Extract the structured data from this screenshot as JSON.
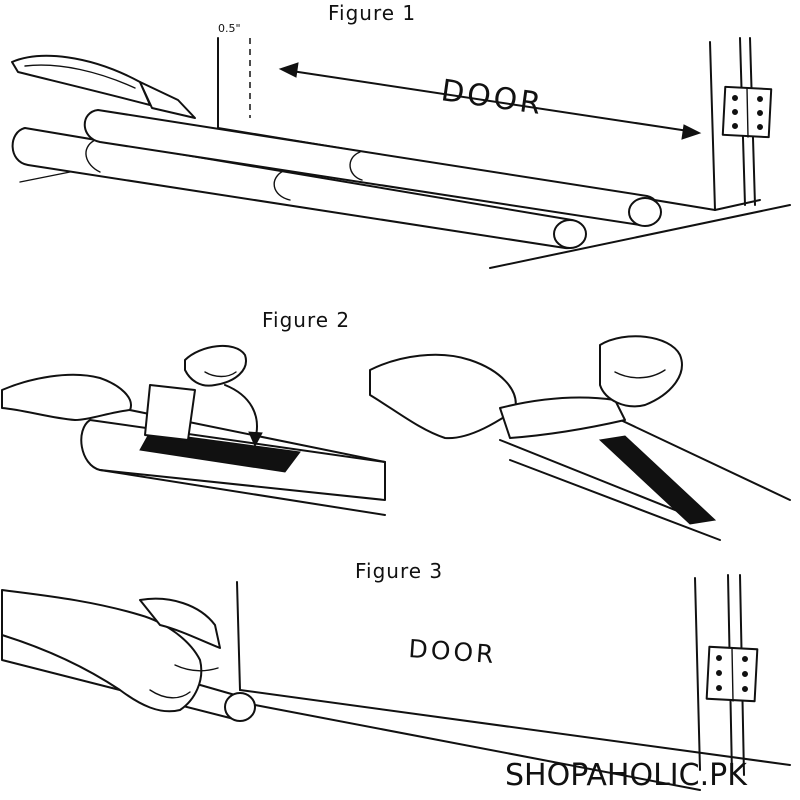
{
  "figures": [
    {
      "title": "Figure 1",
      "door_label": "DOOR",
      "measurement": "0.5\""
    },
    {
      "title": "Figure 2"
    },
    {
      "title": "Figure 3",
      "door_label": "DOOR"
    }
  ],
  "watermark": "SHOPAHOLIC.PK"
}
